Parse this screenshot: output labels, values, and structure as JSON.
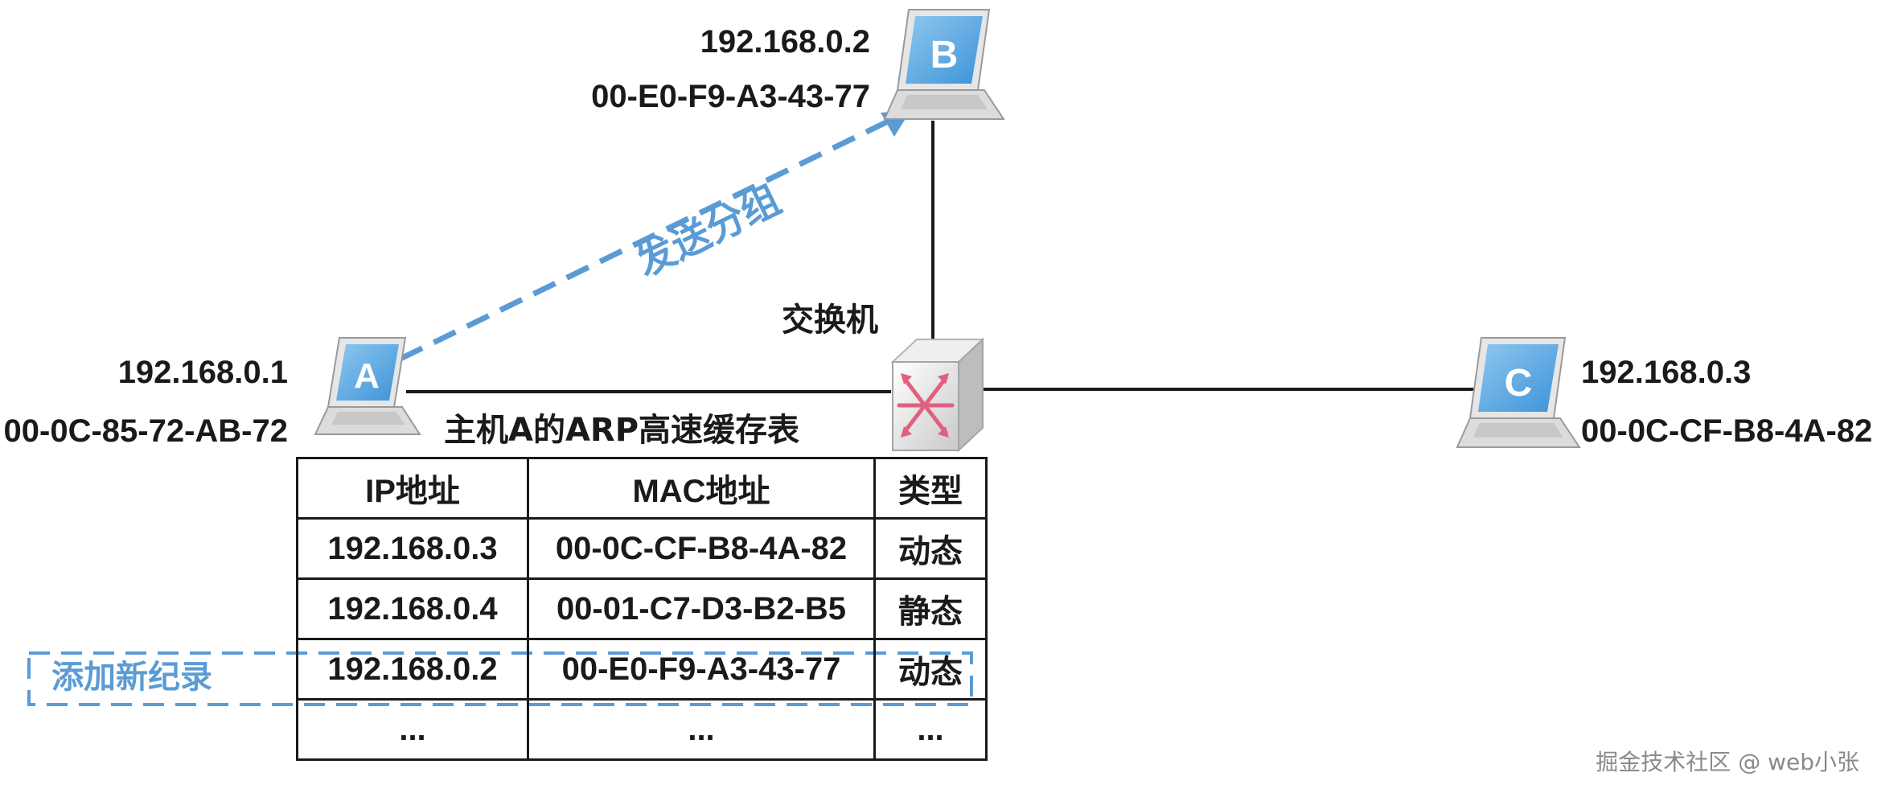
{
  "hosts": {
    "a": {
      "letter": "A",
      "ip": "192.168.0.1",
      "mac": "00-0C-85-72-AB-72"
    },
    "b": {
      "letter": "B",
      "ip": "192.168.0.2",
      "mac": "00-E0-F9-A3-43-77"
    },
    "c": {
      "letter": "C",
      "ip": "192.168.0.3",
      "mac": "00-0C-CF-B8-4A-82"
    }
  },
  "switch": {
    "label": "交换机"
  },
  "arrow": {
    "label": "发送分组"
  },
  "table": {
    "title": "主机A的ARP高速缓存表",
    "headers": [
      "IP地址",
      "MAC地址",
      "类型"
    ],
    "rows": [
      [
        "192.168.0.3",
        "00-0C-CF-B8-4A-82",
        "动态"
      ],
      [
        "192.168.0.4",
        "00-01-C7-D3-B2-B5",
        "静态"
      ],
      [
        "192.168.0.2",
        "00-E0-F9-A3-43-77",
        "动态"
      ],
      [
        "...",
        "...",
        "..."
      ]
    ]
  },
  "new_record": {
    "label": "添加新纪录"
  },
  "watermark": "掘金技术社区 @ web小张",
  "colors": {
    "accent": "#5b9bd5",
    "line": "#1a1a1a",
    "switch_arrows": "#e0607e"
  }
}
